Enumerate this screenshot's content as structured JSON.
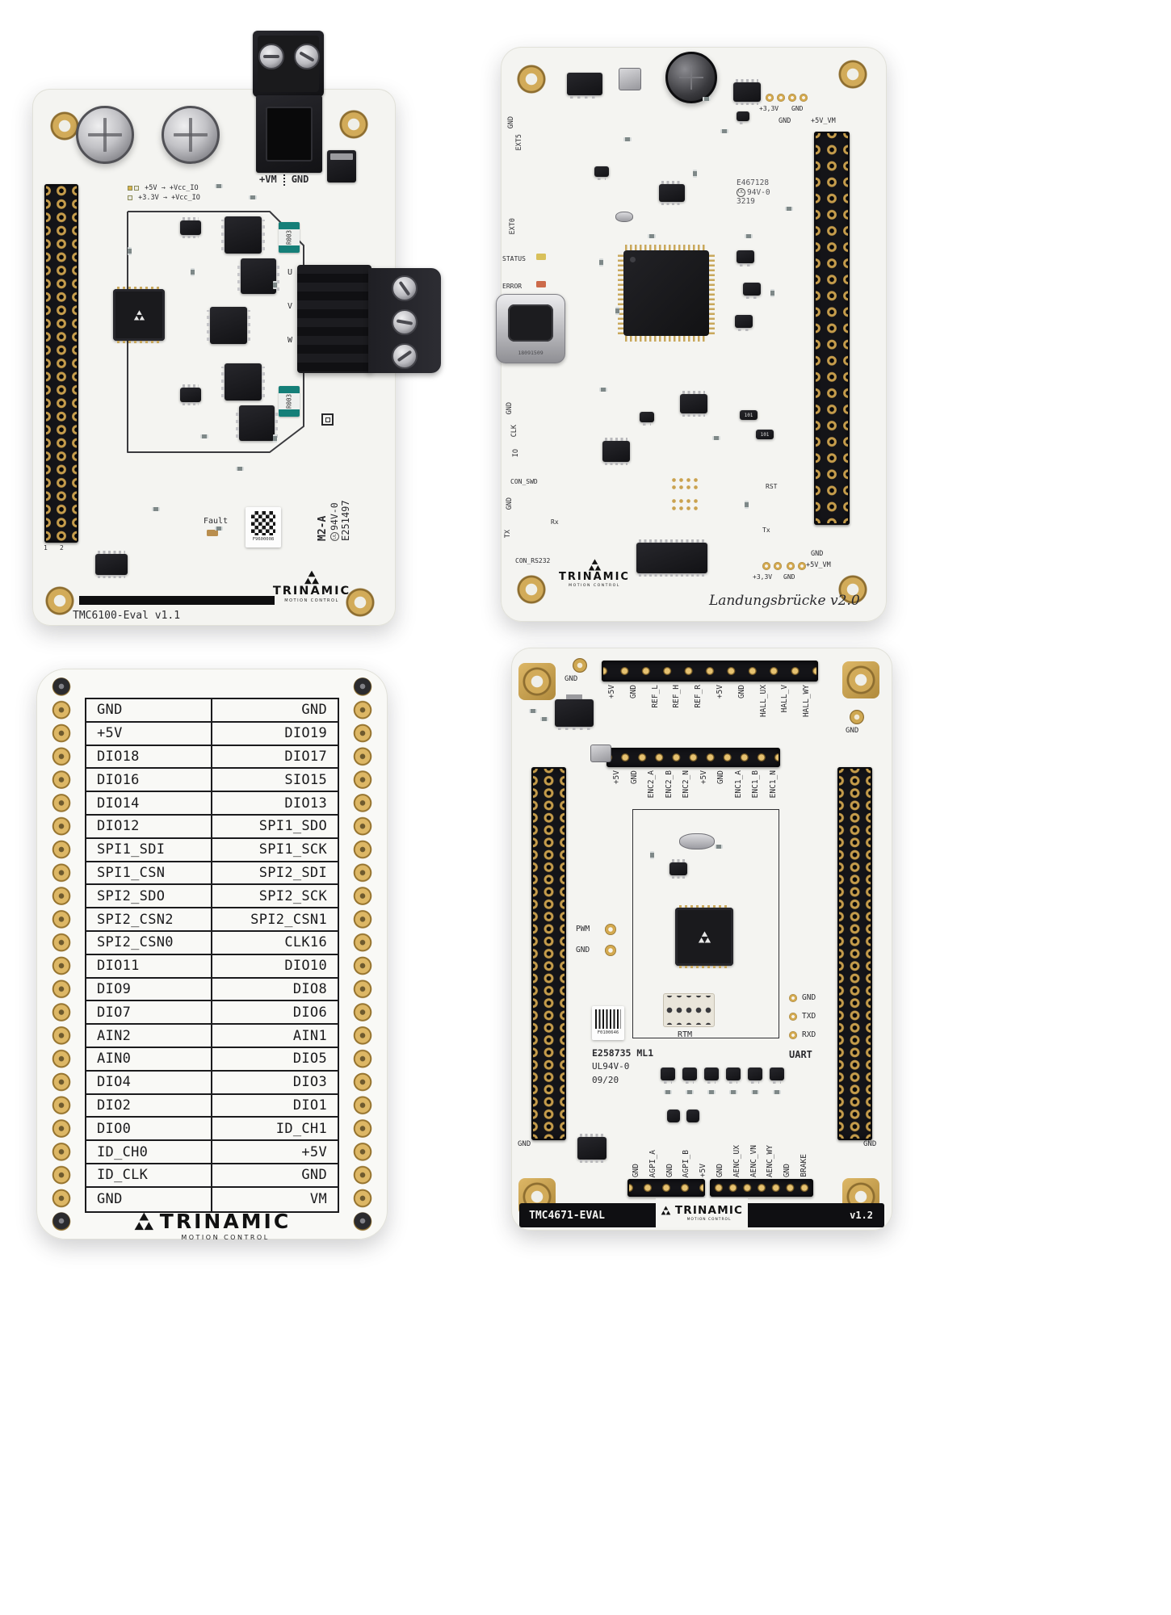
{
  "brand": {
    "name": "TRINAMIC",
    "tagline": "MOTION CONTROL"
  },
  "board_tmc6100": {
    "title": "TMC6100-Eval v1.1",
    "terminal_pos": "+VM",
    "terminal_neg": "GND",
    "legend1": "+5V → +Vcc_IO",
    "legend2": "+3.3V → +Vcc_IO",
    "shunt1": "R003",
    "shunt2": "R003",
    "phase_u": "U",
    "phase_v": "V",
    "phase_w": "W",
    "fault": "Fault",
    "pin1": "1",
    "pin2": "2",
    "sticker": "F9600008",
    "cert_model": "M2-A",
    "cert_ul": "94V-0",
    "cert_file": "E251497",
    "ul_mark": "UL"
  },
  "board_landungsbruecke": {
    "title": "Landungsbrücke v2.0",
    "labels": {
      "gnd1": "GND",
      "ext5": "EXT5",
      "ext0": "EXT0",
      "status": "STATUS",
      "error": "ERROR",
      "gnd2": "GND",
      "clk": "CLK",
      "io": "IO",
      "con_swd": "CON_SWD",
      "gnd3": "GND",
      "tx": "TX",
      "rx": "Rx",
      "con_rs232": "CON_RS232",
      "rst": "RST",
      "tx2": "Tx"
    },
    "top_gnd": "GND",
    "top_vm": "+5V_VM",
    "bot_gnd": "GND",
    "bot_vm": "+5V_VM",
    "pads_top_v33": "+3,3V",
    "pads_top_gnd": "GND",
    "pads_bot_v33": "+3,3V",
    "pads_bot_gnd": "GND",
    "cert_file": "E467128",
    "cert_ul": "94V-0",
    "date_code": "3219",
    "ul_mark": "UL",
    "usb_code": "18091509",
    "r_array1": "101",
    "r_array2": "101"
  },
  "board_pinout": {
    "rows": [
      [
        "GND",
        "GND"
      ],
      [
        "+5V",
        "DIO19"
      ],
      [
        "DIO18",
        "DIO17"
      ],
      [
        "DIO16",
        "SIO15"
      ],
      [
        "DIO14",
        "DIO13"
      ],
      [
        "DIO12",
        "SPI1_SDO"
      ],
      [
        "SPI1_SDI",
        "SPI1_SCK"
      ],
      [
        "SPI1_CSN",
        "SPI2_SDI"
      ],
      [
        "SPI2_SDO",
        "SPI2_SCK"
      ],
      [
        "SPI2_CSN2",
        "SPI2_CSN1"
      ],
      [
        "SPI2_CSN0",
        "CLK16"
      ],
      [
        "DIO11",
        "DIO10"
      ],
      [
        "DIO9",
        "DIO8"
      ],
      [
        "DIO7",
        "DIO6"
      ],
      [
        "AIN2",
        "AIN1"
      ],
      [
        "AIN0",
        "DIO5"
      ],
      [
        "DIO4",
        "DIO3"
      ],
      [
        "DIO2",
        "DIO1"
      ],
      [
        "DIO0",
        "ID_CH1"
      ],
      [
        "ID_CH0",
        "+5V"
      ],
      [
        "ID_CLK",
        "GND"
      ],
      [
        "GND",
        "VM"
      ]
    ]
  },
  "board_tmc4671": {
    "title": "TMC4671-EVAL",
    "version": "v1.2",
    "top_row1": [
      "+5V",
      "GND",
      "REF_L",
      "REF_H",
      "REF_R",
      "+5V",
      "GND",
      "HALL_UX",
      "HALL_V",
      "HALL_WY"
    ],
    "top_row2": [
      "+5V",
      "GND",
      "ENC2_A",
      "ENC2_B",
      "ENC2_N",
      "+5V",
      "GND",
      "ENC1_A",
      "ENC1_B",
      "ENC1_N"
    ],
    "bottom_row": [
      "GND",
      "AGPI_A",
      "GND",
      "AGPI_B",
      "+5V",
      "GND",
      "AENC_UX",
      "AENC_VN",
      "AENC_WY",
      "GND",
      "BRAKE"
    ],
    "gnd_tl": "GND",
    "gnd_tr": "GND",
    "gnd_bl": "GND",
    "gnd_br": "GND",
    "pwm": "PWM",
    "pwm_gnd": "GND",
    "uart_pads": [
      "GND",
      "TXD",
      "RXD"
    ],
    "uart": "UART",
    "rtm": "RTM",
    "sticker": "F0100646",
    "cert1": "E258735 ML1",
    "cert2": "UL94V-0",
    "cert3": "09/20"
  }
}
